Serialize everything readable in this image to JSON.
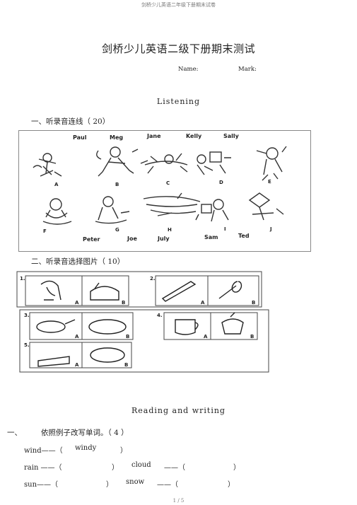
{
  "header": "剑桥少儿英语二年级下册期末试卷",
  "title": "剑桥少儿英语二级下册期末测试",
  "name_label": "Name:",
  "mark_label": "Mark:",
  "listening_heading": "Listening",
  "part1": "一、听录音连线（   20）",
  "names_top": [
    "Paul",
    "Meg",
    "Jane",
    "Kelly",
    "Sally"
  ],
  "letters_top": [
    "A",
    "B",
    "C",
    "D",
    "E"
  ],
  "letters_bottom": [
    "F",
    "G",
    "H",
    "I",
    "J"
  ],
  "names_bottom": [
    "Peter",
    "Joe",
    "July",
    "Sam",
    "Ted"
  ],
  "part2": "二、听录音选择图片（    10）",
  "choice_numbers": [
    "1.",
    "2.",
    "3.",
    "4.",
    "5."
  ],
  "choice_letters": [
    "A",
    "B"
  ],
  "reading_heading": "Reading and writing",
  "part3_num": "一、",
  "part3_text": "依照例子改写单词。（ 4 ）",
  "rows": {
    "r1": {
      "word": "wind——（",
      "answer": "windy",
      "close": "）"
    },
    "r2": {
      "word": "rain  ——（",
      "close": "）",
      "word2": "cloud",
      "dash2": "——（",
      "close2": "）"
    },
    "r3": {
      "word": "sun——（",
      "close": "）",
      "word2": "snow",
      "dash2": "——（",
      "close2": "）"
    }
  },
  "footer": "1 / 5"
}
